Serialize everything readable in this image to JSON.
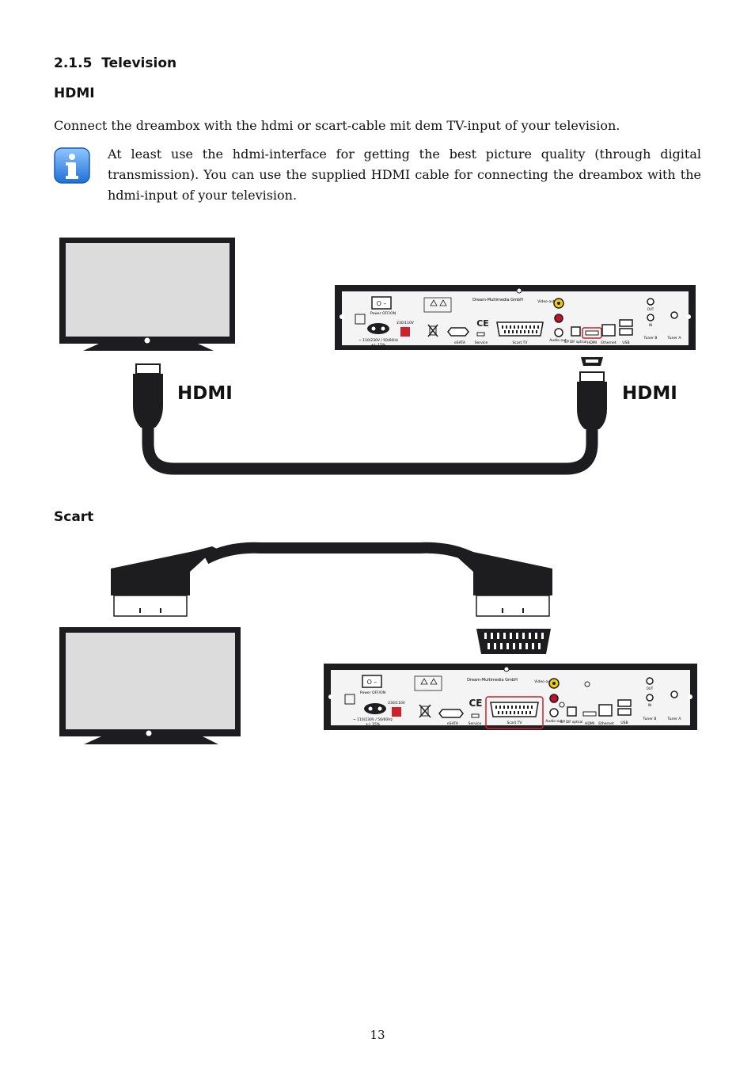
{
  "section": {
    "number": "2.1.5",
    "title": "Television"
  },
  "hdmi_heading": "HDMI",
  "intro": "Connect the dreambox with the hdmi or scart-cable mit dem TV-input of your television.",
  "info_note": "At least use the hdmi-interface for getting the best picture quality (through digital transmission). You can use the supplied HDMI cable for connecting the dreambox with the hdmi-input of your television.",
  "scart_heading": "Scart",
  "page_number": "13",
  "figure_hdmi": {
    "connector_left_label": "HDMI",
    "connector_right_label": "HDMI"
  },
  "receiver_labels": {
    "brand": "Dream-Multimedia GmbH",
    "power_switch": "Power OFF/ON",
    "voltage_switch": "230/110V",
    "mains": "~ 110/230V / 50/60Hz",
    "tolerance": "+/- 15%",
    "esata": "eSATA",
    "service": "Service",
    "scart": "Scart TV",
    "video_out": "Video out",
    "audio_out": "Audio out",
    "spdif": "S/P DIF optical",
    "hdmi": "HDMI",
    "ethernet": "Ethernet",
    "usb": "USB",
    "tuner_b": "Tuner B",
    "tuner_a": "Tuner A",
    "out": "OUT",
    "in": "IN"
  },
  "colors": {
    "highlight": "#d0202b",
    "device": "#1d1d1f",
    "video_jack": "#f2d000",
    "audio_r": "#c8102e"
  }
}
